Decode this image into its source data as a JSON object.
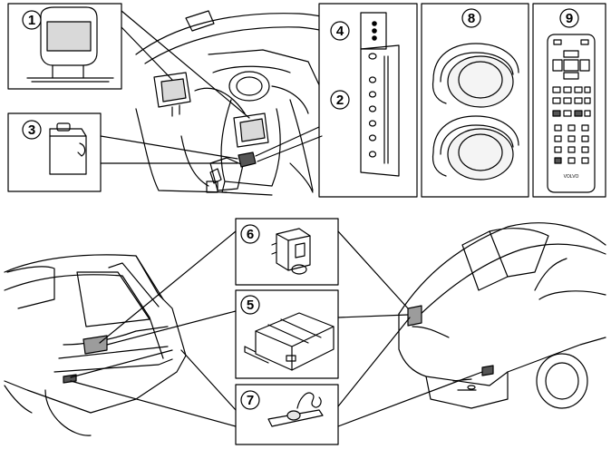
{
  "diagram": {
    "callouts": [
      {
        "id": "c1",
        "label": "1"
      },
      {
        "id": "c2",
        "label": "2"
      },
      {
        "id": "c3",
        "label": "3"
      },
      {
        "id": "c4",
        "label": "4"
      },
      {
        "id": "c5",
        "label": "5"
      },
      {
        "id": "c6",
        "label": "6"
      },
      {
        "id": "c7",
        "label": "7"
      },
      {
        "id": "c8",
        "label": "8"
      },
      {
        "id": "c9",
        "label": "9"
      }
    ],
    "remote_brand": "VOLVO"
  },
  "colors": {
    "line": "#000000",
    "fill": "#ffffff",
    "light_gray": "#e6e6e6",
    "module_gray": "#9c9c9c",
    "dark_module": "#555555"
  },
  "icons": [
    "headrest-screen",
    "power-module",
    "dvd-player-slot",
    "control-panel",
    "amplifier",
    "power-supply",
    "ir-antenna",
    "wireless-headphones",
    "remote-control"
  ]
}
